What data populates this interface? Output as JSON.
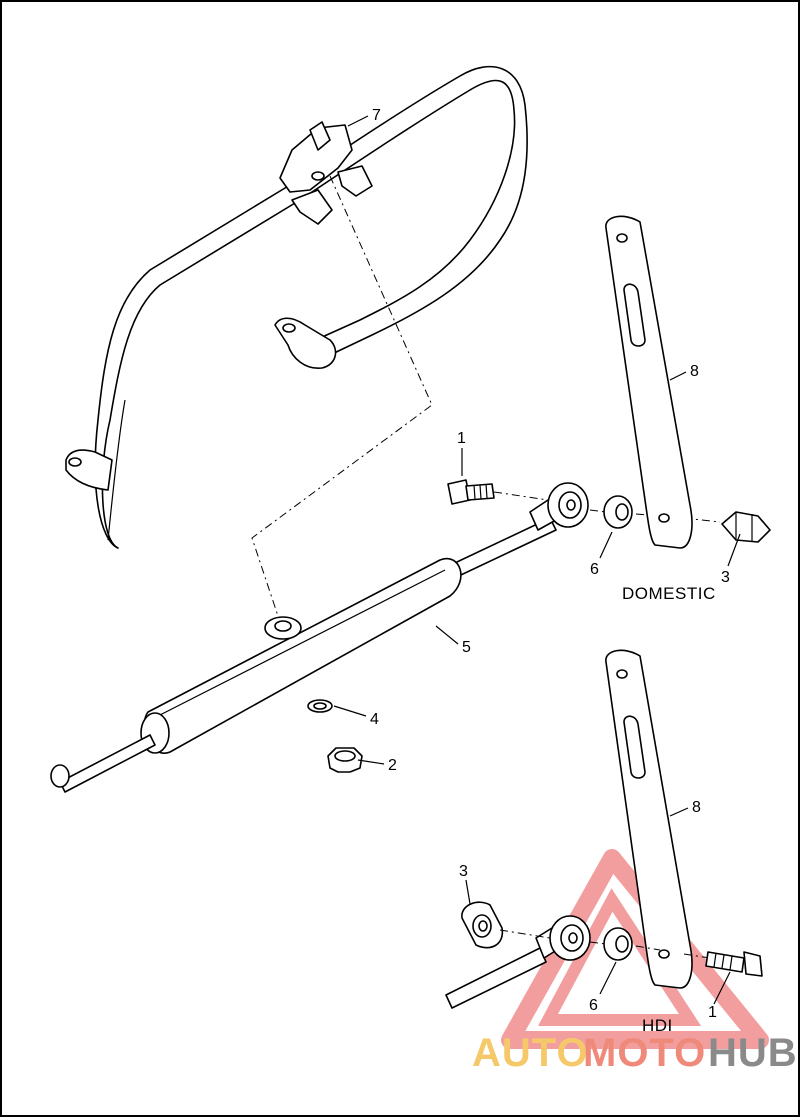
{
  "callouts": {
    "c7": "7",
    "c1_domestic": "1",
    "c8_domestic": "8",
    "c6_domestic": "6",
    "c3_domestic": "3",
    "c5": "5",
    "c4": "4",
    "c2": "2",
    "c8_hdi": "8",
    "c3_hdi": "3",
    "c6_hdi": "6",
    "c1_hdi": "1"
  },
  "sections": {
    "domestic": "DOMESTIC",
    "hdi": "HDI"
  },
  "watermark": {
    "auto": "AUTO",
    "moto": "MOTO",
    "hub": "HUB",
    "colors": {
      "auto": "#f5c96a",
      "moto": "#ef8a7a",
      "hub": "#8a8a8a",
      "triangle": "#e85050"
    }
  }
}
